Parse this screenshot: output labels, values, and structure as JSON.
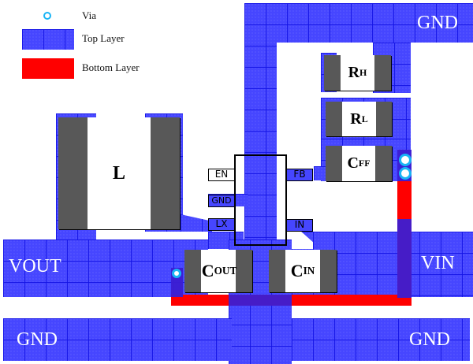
{
  "legend": {
    "items": [
      {
        "label": "Via",
        "symbol": "via-icon"
      },
      {
        "label": "Top Layer",
        "symbol": "top-layer-swatch"
      },
      {
        "label": "Bottom Layer",
        "symbol": "bottom-layer-swatch"
      }
    ]
  },
  "colors": {
    "top_layer": "#4646ff",
    "bottom_layer": "#ff0000",
    "via": "#19b4f5",
    "pad": "#585858"
  },
  "nets": {
    "gnd_top": "GND",
    "vout": "VOUT",
    "vin": "VIN",
    "gnd_bottom_left": "GND",
    "gnd_bottom_right": "GND"
  },
  "components": {
    "inductor": {
      "main": "L",
      "sub": ""
    },
    "rh": {
      "main": "R",
      "sub": "H"
    },
    "rl": {
      "main": "R",
      "sub": "L"
    },
    "cff": {
      "main": "C",
      "sub": "FF"
    },
    "cout": {
      "main": "C",
      "sub": "OUT"
    },
    "cin": {
      "main": "C",
      "sub": "IN"
    }
  },
  "ic_pins": {
    "en": "EN",
    "gnd": "GND",
    "lx": "LX",
    "fb": "FB",
    "in": "IN"
  }
}
